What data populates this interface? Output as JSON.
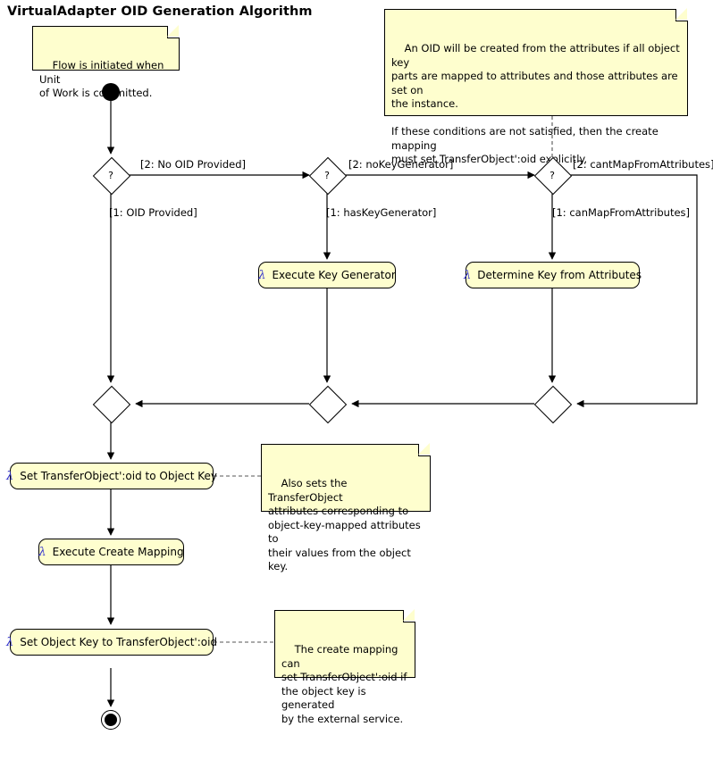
{
  "diagram": {
    "title": "VirtualAdapter OID Generation Algorithm",
    "type": "uml-activity-diagram"
  },
  "notes": [
    {
      "id": "note-start",
      "text": "Flow is initiated when Unit\nof Work is committed."
    },
    {
      "id": "note-oid-attributes",
      "text": "An OID will be created from the attributes if all object key\nparts are mapped to attributes and those attributes are set on\nthe instance.\n\nIf these conditions are not satisfied, then the create mapping\nmust set TransferObject':oid explicitly."
    },
    {
      "id": "note-also-sets",
      "text": "Also sets the TransferObject\nattributes corresponding to\nobject-key-mapped attributes to\ntheir values from the object key."
    },
    {
      "id": "note-create-mapping",
      "text": "The create mapping can\nset TransferObject':oid if\nthe object key is generated\nby the external service."
    }
  ],
  "decisions": [
    {
      "id": "decision-oid-provided",
      "glyph": "?"
    },
    {
      "id": "decision-key-generator",
      "glyph": "?"
    },
    {
      "id": "decision-map-from-attributes",
      "glyph": "?"
    }
  ],
  "merges": [
    {
      "id": "merge-left"
    },
    {
      "id": "merge-middle"
    },
    {
      "id": "merge-right"
    }
  ],
  "actions": [
    {
      "id": "action-execute-key-generator",
      "lambda": "λ",
      "label": "Execute Key Generator"
    },
    {
      "id": "action-determine-key-from-attributes",
      "lambda": "λ",
      "label": "Determine Key from Attributes"
    },
    {
      "id": "action-set-transferobject-oid",
      "lambda": "λ",
      "label": "Set TransferObject':oid to Object Key"
    },
    {
      "id": "action-execute-create-mapping",
      "lambda": "λ",
      "label": "Execute Create Mapping"
    },
    {
      "id": "action-set-object-key",
      "lambda": "λ",
      "label": "Set Object Key to TransferObject':oid"
    }
  ],
  "edge_labels": [
    {
      "id": "label-no-oid-provided",
      "text": "[2: No OID Provided]"
    },
    {
      "id": "label-oid-provided",
      "text": "[1: OID Provided]"
    },
    {
      "id": "label-no-key-generator",
      "text": "[2: noKeyGenerator]"
    },
    {
      "id": "label-has-key-generator",
      "text": "[1: hasKeyGenerator]"
    },
    {
      "id": "label-cant-map-from-attributes",
      "text": "[2: cantMapFromAttributes]"
    },
    {
      "id": "label-can-map-from-attributes",
      "text": "[1: canMapFromAttributes]"
    }
  ],
  "nodes": {
    "start_label": "initial-node",
    "end_label": "final-node"
  },
  "colors": {
    "note_fill": "#FEFECE",
    "action_fill": "#FEFECE",
    "stroke": "#000000",
    "lambda": "#3333CC",
    "dashed_connector": "#555555",
    "background": "#FFFFFF"
  }
}
